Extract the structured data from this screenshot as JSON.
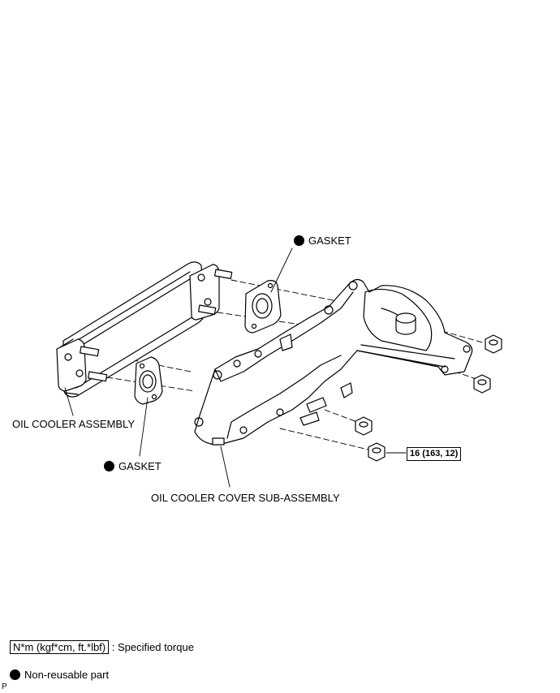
{
  "diagram": {
    "labels": {
      "gasket_top": "GASKET",
      "oil_cooler_assembly": "OIL COOLER ASSEMBLY",
      "gasket_bottom": "GASKET",
      "oil_cooler_cover": "OIL COOLER COVER SUB-ASSEMBLY",
      "torque_value": "16 (163, 12)"
    },
    "legend": {
      "torque_units": "N*m (kgf*cm, ft.*lbf)",
      "torque_desc": ": Specified torque",
      "nonreusable_desc": "Non-reusable part"
    },
    "code": "P"
  }
}
